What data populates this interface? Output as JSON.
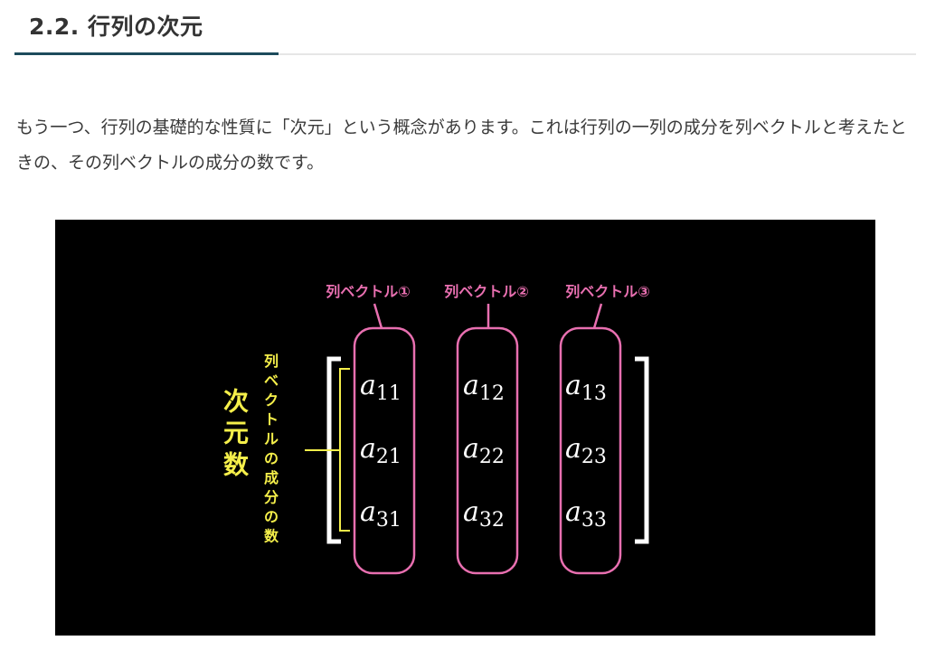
{
  "heading": "2.2. 行列の次元",
  "paragraph": "もう一つ、行列の基礎的な性質に「次元」という概念があります。これは行列の一列の成分を列ベクトルと考えたときの、その列ベクトルの成分の数です。",
  "figure": {
    "column_labels": [
      "列ベクトル①",
      "列ベクトル②",
      "列ベクトル③"
    ],
    "entries": [
      [
        {
          "v": "a",
          "s": "11"
        },
        {
          "v": "a",
          "s": "12"
        },
        {
          "v": "a",
          "s": "13"
        }
      ],
      [
        {
          "v": "a",
          "s": "21"
        },
        {
          "v": "a",
          "s": "22"
        },
        {
          "v": "a",
          "s": "23"
        }
      ],
      [
        {
          "v": "a",
          "s": "31"
        },
        {
          "v": "a",
          "s": "32"
        },
        {
          "v": "a",
          "s": "33"
        }
      ]
    ],
    "side_label": "列ベクトルの成分の数",
    "dimension_label": "次元数",
    "colors": {
      "pink": "#e86fb0",
      "yellow": "#f5ef4a",
      "background": "#000000"
    }
  }
}
